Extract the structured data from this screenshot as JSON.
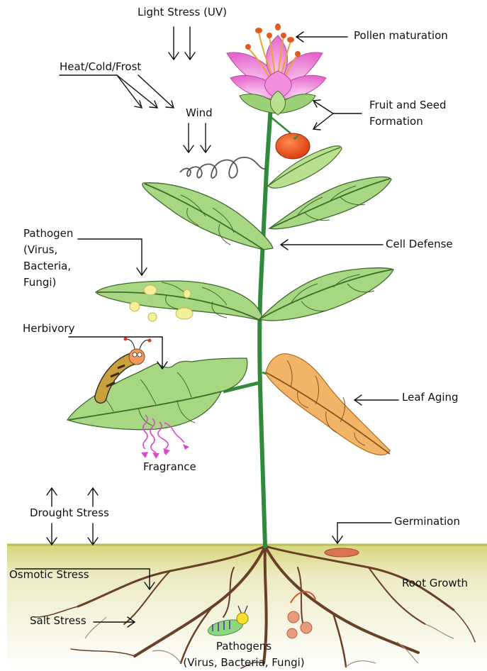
{
  "labels": {
    "light_stress": "Light Stress (UV)",
    "heat_cold_frost": "Heat/Cold/Frost",
    "wind": "Wind",
    "pollen_maturation": "Pollen maturation",
    "fruit_seed": "Fruit and Seed\nFormation",
    "pathogen_leaf": "Pathogen\n(Virus,\nBacteria,\nFungi)",
    "cell_defense": "Cell Defense",
    "herbivory": "Herbivory",
    "leaf_aging": "Leaf Aging",
    "fragrance": "Fragrance",
    "drought_stress": "Drought Stress",
    "germination": "Germination",
    "osmotic_stress": "Osmotic Stress",
    "root_growth": "Root Growth",
    "salt_stress": "Salt Stress",
    "pathogens_root": "Pathogens\n(Virus, Bacteria, Fungi)"
  }
}
